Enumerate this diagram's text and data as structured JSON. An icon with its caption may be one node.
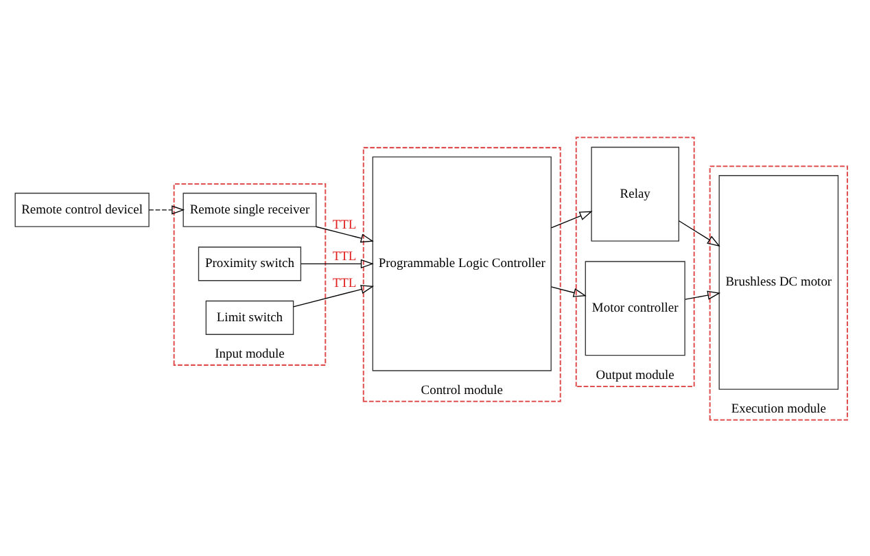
{
  "diagram": {
    "nodes": [
      {
        "text": [
          "Remote control devicel"
        ]
      },
      {
        "text": [
          "Input module"
        ]
      },
      {
        "text": [
          "Remote single receiver"
        ],
        "in": 1
      },
      {
        "text": [
          "Proximity switch"
        ],
        "in": 1
      },
      {
        "text": [
          "Limit switch"
        ],
        "in": 1
      },
      {
        "text": [
          "Control module"
        ]
      },
      {
        "text": [
          "Programmable Logic Controller"
        ],
        "in": 5
      },
      {
        "text": [
          "Output module"
        ]
      },
      {
        "text": [
          "Relay"
        ],
        "in": 7
      },
      {
        "text": [
          "Motor controller"
        ],
        "in": 7
      },
      {
        "text": [
          "Execution module"
        ]
      },
      {
        "text": [
          "Brushless DC motor"
        ],
        "in": 10
      }
    ],
    "edges": [
      {
        "from": 0,
        "to": 2,
        "arrow": "to",
        "style": "dashed"
      },
      {
        "from": 2,
        "to": 6,
        "arrow": "to",
        "label": "TTL"
      },
      {
        "from": 3,
        "to": 6,
        "arrow": "to",
        "label": "TTL"
      },
      {
        "from": 4,
        "to": 6,
        "arrow": "to",
        "label": "TTL"
      },
      {
        "from": 6,
        "to": 8,
        "arrow": "to"
      },
      {
        "from": 6,
        "to": 9,
        "arrow": "to"
      },
      {
        "from": 8,
        "to": 11,
        "arrow": "to"
      },
      {
        "from": 9,
        "to": 11,
        "arrow": "to"
      }
    ]
  }
}
